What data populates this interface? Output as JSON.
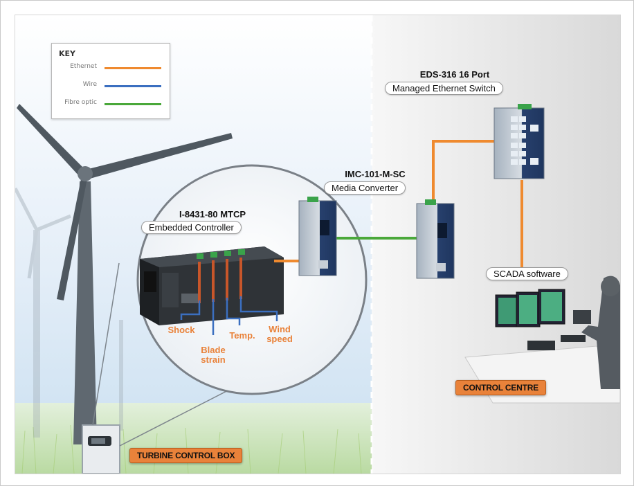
{
  "key": {
    "title": "KEY",
    "items": [
      {
        "label": "Ethernet",
        "color": "#ef8a2f"
      },
      {
        "label": "Wire",
        "color": "#3b6fc0"
      },
      {
        "label": "Fibre optic",
        "color": "#4aa83a"
      }
    ]
  },
  "controller": {
    "title": "I-8431-80 MTCP",
    "subtitle": "Embedded Controller"
  },
  "converter": {
    "title": "IMC-101-M-SC",
    "subtitle": "Media Converter"
  },
  "switch": {
    "title": "EDS-316 16 Port",
    "subtitle": "Managed Ethernet Switch"
  },
  "scada": {
    "label": "SCADA software"
  },
  "sensors": {
    "shock": "Shock",
    "blade_strain": [
      "Blade",
      "strain"
    ],
    "temp": "Temp.",
    "wind_speed": [
      "Wind",
      "speed"
    ]
  },
  "labels": {
    "turbine_box": "TURBINE CONTROL BOX",
    "control_centre": "CONTROL CENTRE"
  },
  "colors": {
    "accent_orange": "#e9823a",
    "wire_blue": "#3b6fc0",
    "fibre_green": "#4aa83a",
    "ethernet_orange": "#ef8a2f"
  }
}
